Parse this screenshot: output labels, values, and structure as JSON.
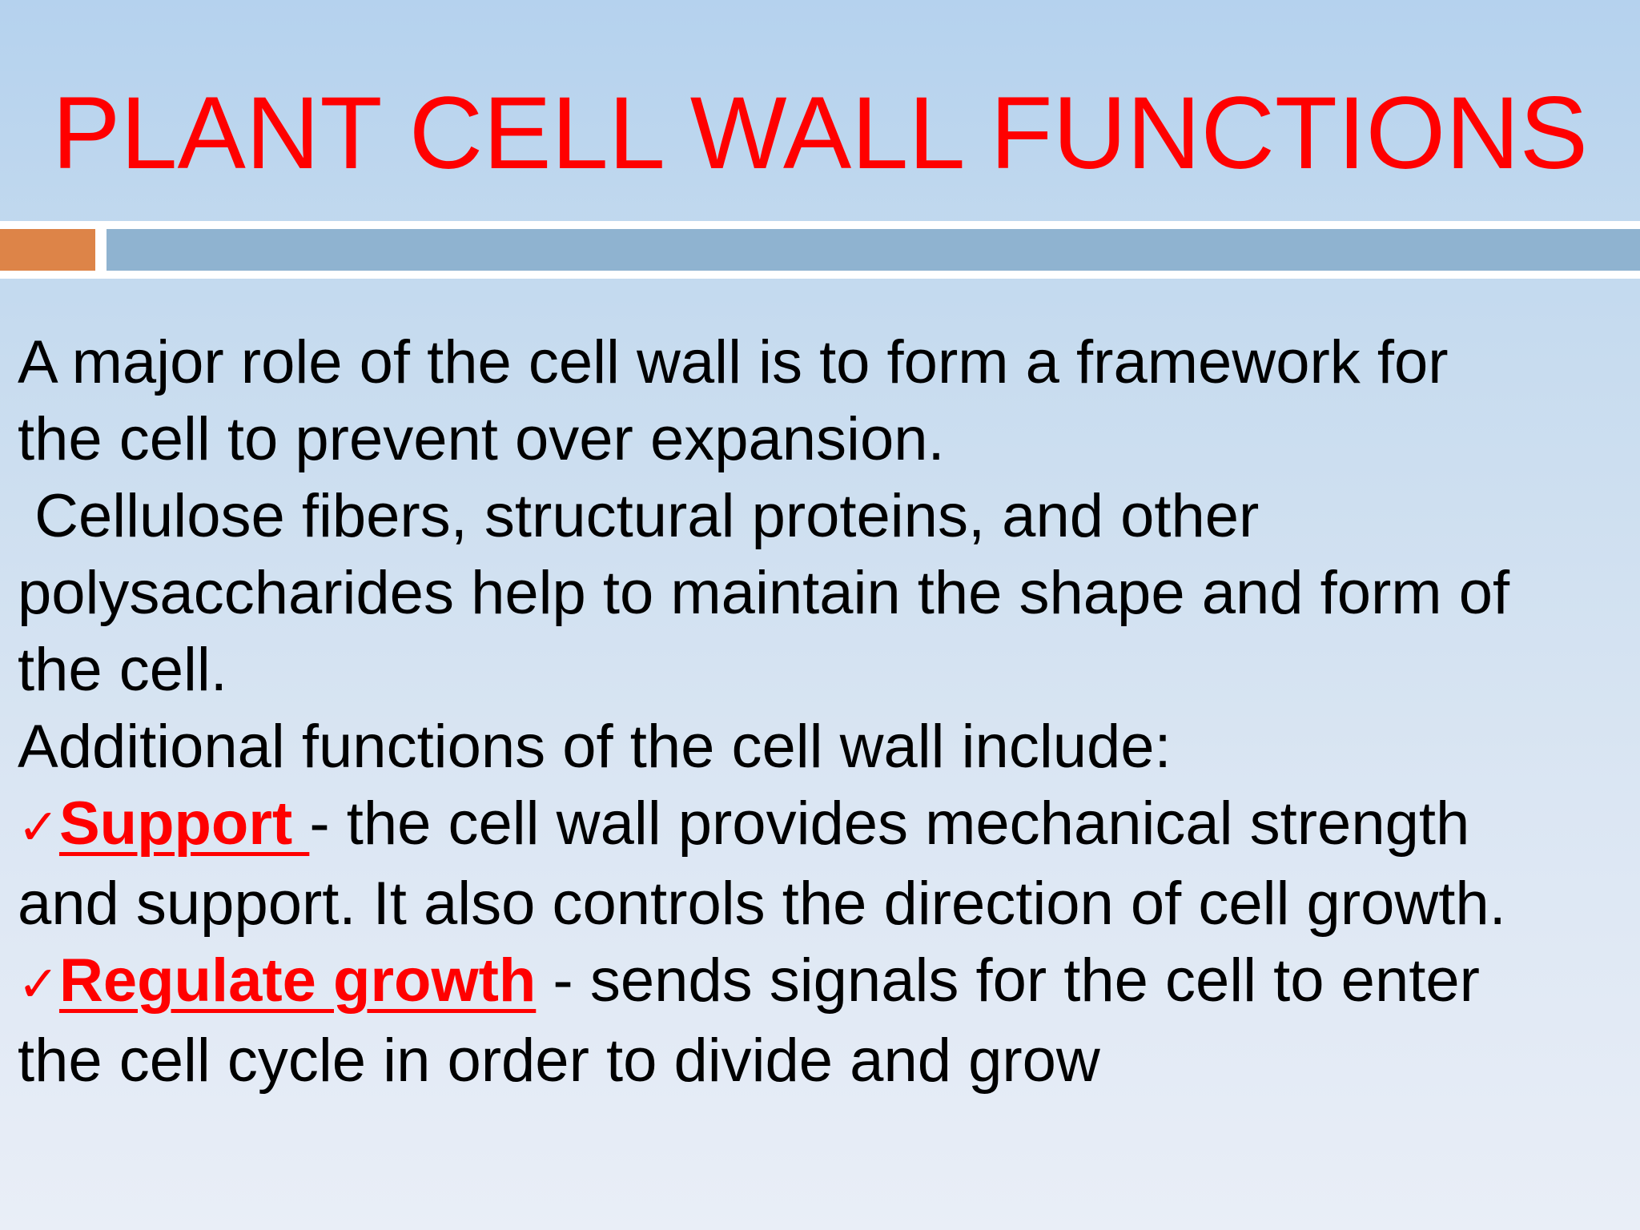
{
  "slide": {
    "title": "PLANT CELL WALL FUNCTIONS",
    "colors": {
      "title": "#ff0000",
      "accent_orange": "#dd8448",
      "accent_blue": "#8fb3d0",
      "background_top": "#b5d2ee",
      "background_bottom": "#e9eef7"
    },
    "body": {
      "line1": "A major role of the cell wall is to form a framework for",
      "line2": "the cell to prevent over expansion.",
      "line3": " Cellulose fibers, structural proteins, and other",
      "line4": "polysaccharides help to maintain the shape and form of",
      "line5": "the cell.",
      "line6": "Additional functions of the cell wall include:",
      "item1": {
        "check": "✓",
        "term": "Support ",
        "text": "- the cell wall provides mechanical strength",
        "continuation": "and support. It also controls the direction of cell growth."
      },
      "item2": {
        "check": "✓",
        "term": "Regulate growth",
        "text": " - sends signals for the cell to enter",
        "continuation": "the cell cycle in order to divide and grow"
      }
    }
  }
}
